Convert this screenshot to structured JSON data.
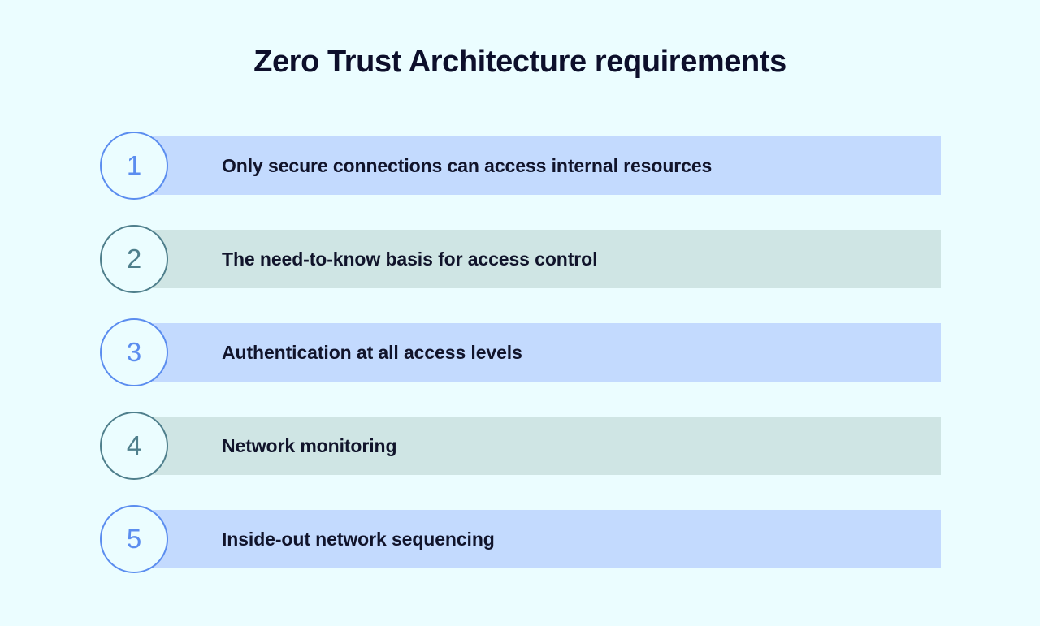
{
  "page": {
    "background_color": "#EBFDFF",
    "title": "Zero Trust Architecture requirements",
    "title_color": "#0D0F2B"
  },
  "theme": {
    "accent_blue": "#5B8DEF",
    "bar_blue": "#C3DAFE",
    "accent_teal": "#4F7F8C",
    "bar_teal": "#CFE5E4",
    "text_color": "#11142B"
  },
  "list": {
    "items": [
      {
        "number": "1",
        "label": "Only secure connections can access internal resources",
        "accent": "blue"
      },
      {
        "number": "2",
        "label": "The need-to-know basis for access control",
        "accent": "teal"
      },
      {
        "number": "3",
        "label": "Authentication at all access levels",
        "accent": "blue"
      },
      {
        "number": "4",
        "label": "Network monitoring",
        "accent": "teal"
      },
      {
        "number": "5",
        "label": "Inside-out network sequencing",
        "accent": "blue"
      }
    ]
  }
}
